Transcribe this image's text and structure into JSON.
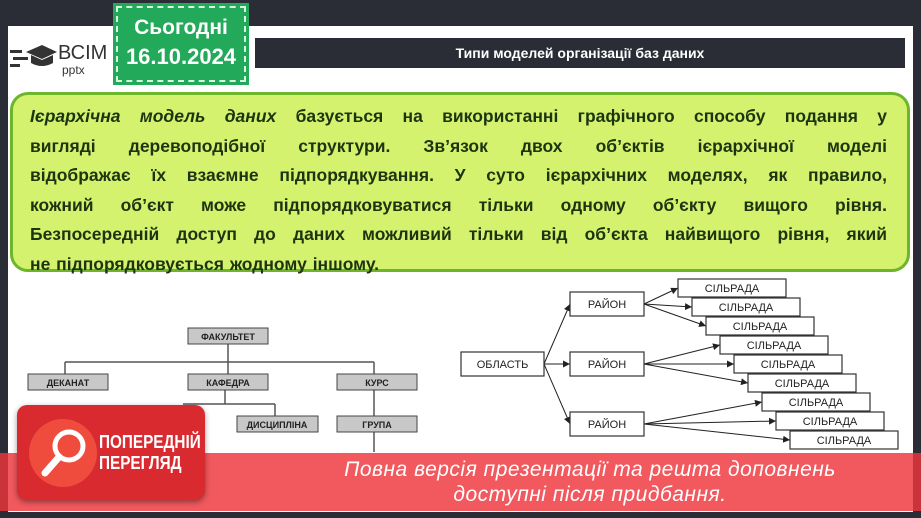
{
  "logo": {
    "main": "ВСІМ",
    "sub": "pptx"
  },
  "date_badge": {
    "label": "Сьогодні",
    "date": "16.10.2024"
  },
  "title": "Типи моделей організації баз даних",
  "paragraph": {
    "term": "Ієрархічна модель даних",
    "line1_rest": " базується на використанні графічного способу подання у",
    "lines": [
      "вигляді деревоподібної структури. Зв’язок двох об’єктів ієрархічної моделі",
      "відображає їх взаємне підпорядкування. У суто ієрархічних моделях, як правило,",
      "кожний об’єкт може підпорядковуватися тільки одному об’єкту вищого рівня.",
      "Безпосередній доступ до даних можливий тільки від об’єкта найвищого рівня, який",
      "не підпорядковується жодному іншому."
    ]
  },
  "org_chart": {
    "root": "ФАКУЛЬТЕТ",
    "level1": [
      "ДЕКАНАТ",
      "КАФЕДРА",
      "КУРС"
    ],
    "level2": [
      "ДИСЦИПЛІНА",
      "ГРУПА"
    ]
  },
  "region_chart": {
    "root": "ОБЛАСТЬ",
    "districts": [
      "РАЙОН",
      "РАЙОН",
      "РАЙОН"
    ],
    "councils": [
      "СІЛЬРАДА",
      "СІЛЬРАДА",
      "СІЛЬРАДА",
      "СІЛЬРАДА",
      "СІЛЬРАДА",
      "СІЛЬРАДА",
      "СІЛЬРАДА",
      "СІЛЬРАДА",
      "СІЛЬРАДА"
    ]
  },
  "preview": {
    "badge_line1": "ПОПЕРЕДНІЙ",
    "badge_line2": "ПЕРЕГЛЯД",
    "icon": "magnifier-icon",
    "notice_line1": "Повна версія презентації та решта доповнень",
    "notice_line2": "доступні після придбання."
  },
  "colors": {
    "frame": "#2b2d36",
    "date_badge": "#22a95a",
    "text_box": "#d5f26e",
    "text_border": "#6db52b",
    "overlay": "#ee343a"
  }
}
